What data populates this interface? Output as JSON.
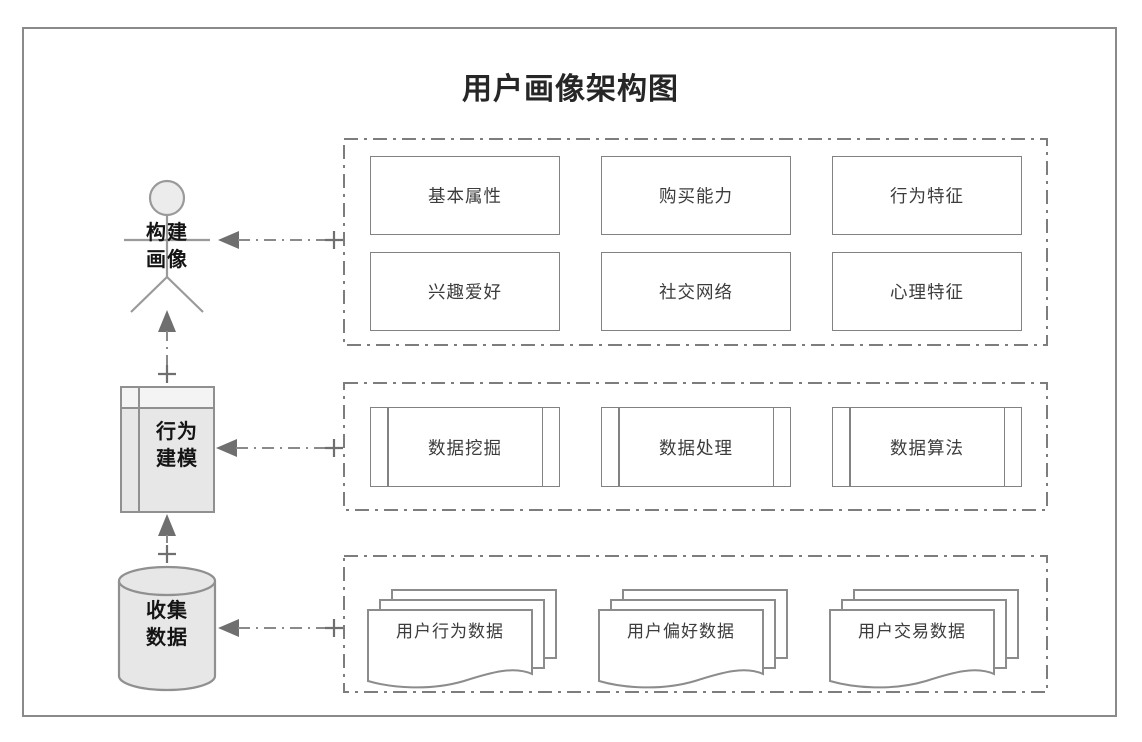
{
  "diagram": {
    "title": "用户画像架构图",
    "stages": {
      "build_profile": {
        "shape": "actor",
        "line1": "构建",
        "line2": "画像"
      },
      "behavior_modeling": {
        "shape": "table",
        "line1": "行为",
        "line2": "建模"
      },
      "collect_data": {
        "shape": "database",
        "line1": "收集",
        "line2": "数据"
      }
    },
    "profile_group": {
      "boxes": [
        "基本属性",
        "购买能力",
        "行为特征",
        "兴趣爱好",
        "社交网络",
        "心理特征"
      ]
    },
    "modeling_group": {
      "components": [
        "数据挖掘",
        "数据处理",
        "数据算法"
      ]
    },
    "source_group": {
      "documents": [
        "用户行为数据",
        "用户偏好数据",
        "用户交易数据"
      ]
    },
    "colors": {
      "frame": "#8a8a8a",
      "shape_line": "#8c8c8c",
      "shape_fill": "#e7e7e7",
      "arrow": "#6f6f6f",
      "text": "#3c3c3c"
    }
  }
}
